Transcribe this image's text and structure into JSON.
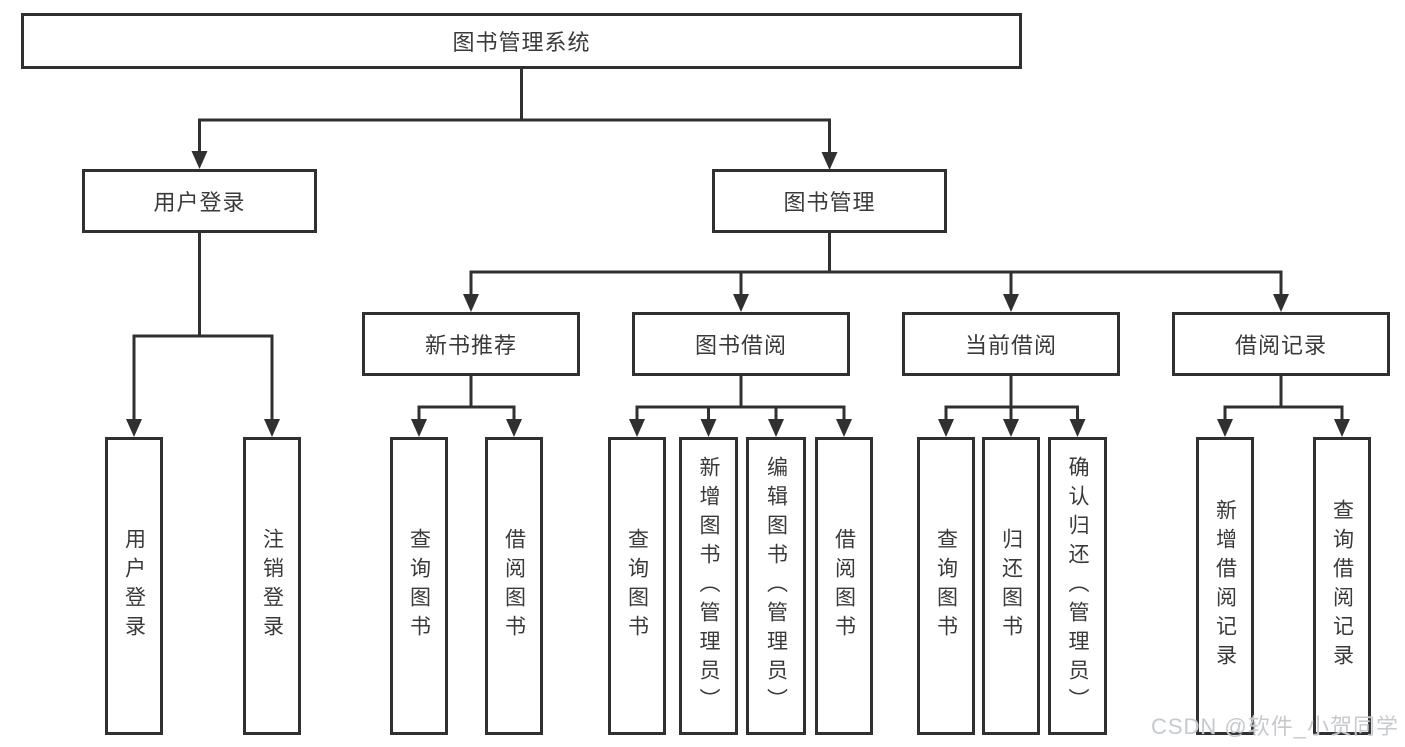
{
  "tree": {
    "root": {
      "label": "图书管理系统"
    },
    "user_login": {
      "label": "用户登录",
      "leaves": [
        "用户登录",
        "注销登录"
      ]
    },
    "book_mgmt": {
      "label": "图书管理",
      "sections": [
        {
          "label": "新书推荐",
          "leaves": [
            "查询图书",
            "借阅图书"
          ]
        },
        {
          "label": "图书借阅",
          "leaves": [
            "查询图书",
            "新增图书（管理员）",
            "编辑图书（管理员）",
            "借阅图书"
          ]
        },
        {
          "label": "当前借阅",
          "leaves": [
            "查询图书",
            "归还图书",
            "确认归还（管理员）"
          ]
        },
        {
          "label": "借阅记录",
          "leaves": [
            "新增借阅记录",
            "查询借阅记录"
          ]
        }
      ]
    }
  },
  "watermark": "CSDN @软件_小贺同学",
  "colors": {
    "line": "#303030",
    "text": "#3a3a3a",
    "watermark": "#c6c9ce",
    "background": "#ffffff"
  }
}
